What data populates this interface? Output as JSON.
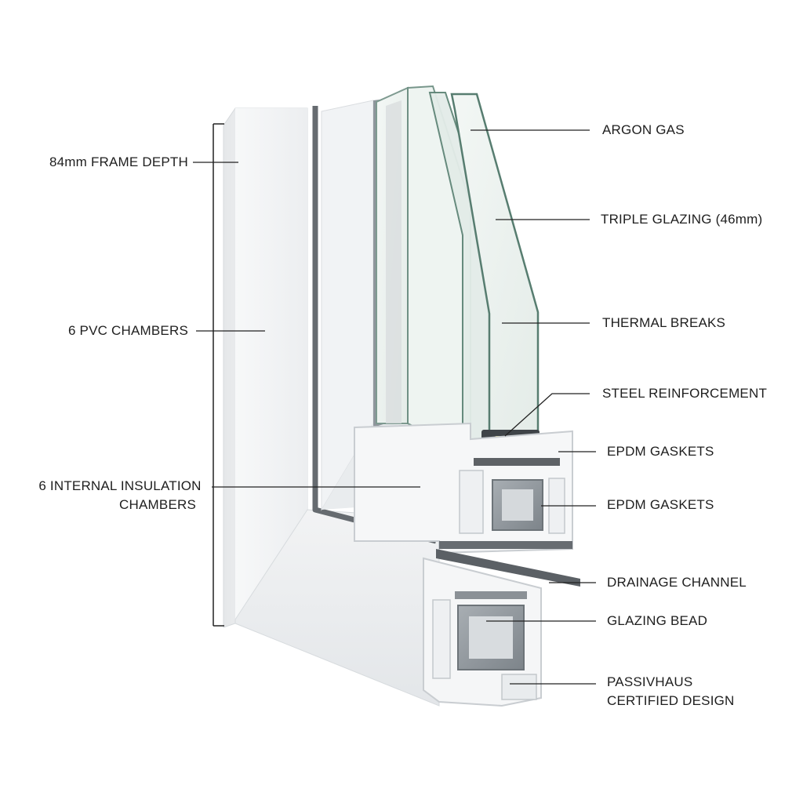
{
  "colors": {
    "background": "#ffffff",
    "pvc": "#f4f5f6",
    "pvc_shadow": "#dfe2e5",
    "gasket": "#5e6266",
    "glass_edge": "#6f9084",
    "glass_tint": "#e8f0ed",
    "steel": "#8d949a",
    "leader": "#222222"
  },
  "labels": {
    "frame_depth": "84mm FRAME DEPTH",
    "pvc_chambers": "6 PVC CHAMBERS",
    "insulation_line1": "6 INTERNAL INSULATION",
    "insulation_line2": "CHAMBERS",
    "argon": "ARGON GAS",
    "triple_glazing": "TRIPLE GLAZING (46mm)",
    "thermal_breaks": "THERMAL BREAKS",
    "steel_reinforcement": "STEEL REINFORCEMENT",
    "epdm_gaskets_1": "EPDM GASKETS",
    "epdm_gaskets_2": "EPDM GASKETS",
    "drainage_channel": "DRAINAGE CHANNEL",
    "glazing_bead": "GLAZING BEAD",
    "passivhaus_line1": "PASSIVHAUS",
    "passivhaus_line2": "CERTIFIED DESIGN"
  }
}
